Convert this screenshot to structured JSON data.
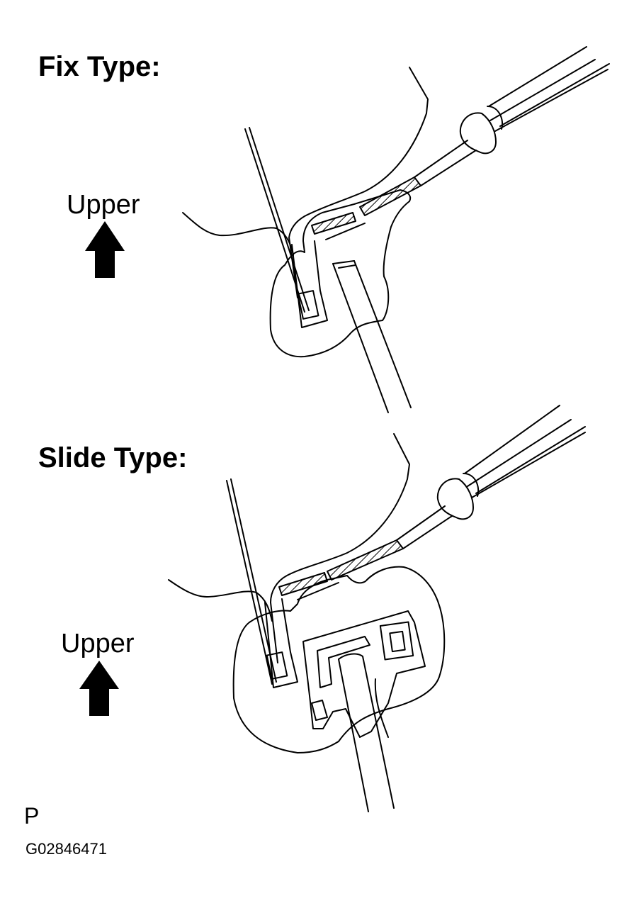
{
  "fix_type": {
    "heading": "Fix Type:",
    "direction_label": "Upper",
    "direction_icon": "arrow-up-icon"
  },
  "slide_type": {
    "heading": "Slide Type:",
    "direction_label": "Upper",
    "direction_icon": "arrow-up-icon"
  },
  "footer": {
    "code_letter": "P",
    "figure_id": "G02846471"
  }
}
